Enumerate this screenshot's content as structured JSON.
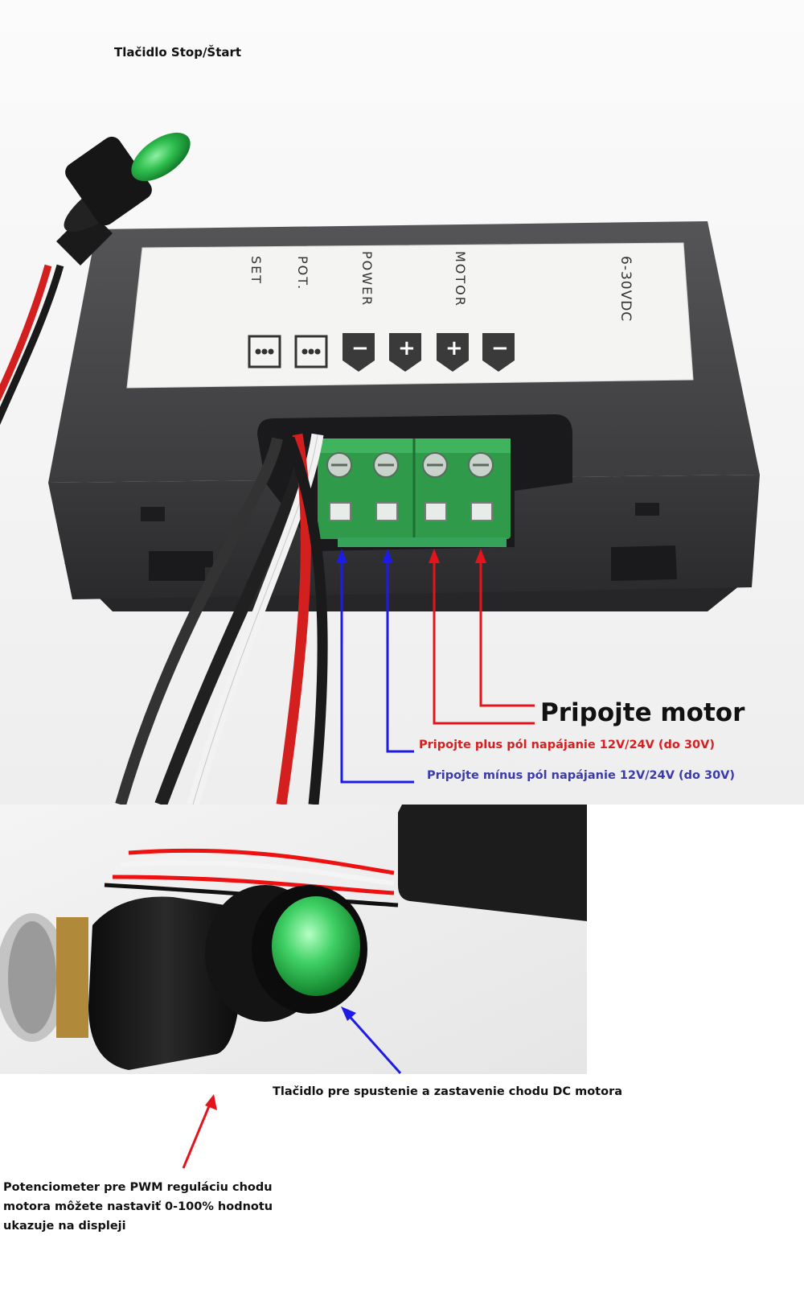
{
  "labels": {
    "start_stop": "Tlačidlo Stop/Štart",
    "connect_motor": "Pripojte motor",
    "plus_pole": "Pripojte plus pól napájanie 12V/24V (do 30V)",
    "minus_pole": "Pripojte mínus pól napájanie 12V/24V (do 30V)",
    "button_description": "Tlačidlo pre spustenie a zastavenie chodu DC motora",
    "pot_line1": "Potenciometer pre PWM reguláciu chodu",
    "pot_line2": "motora môžete nastaviť 0-100% hodnotu",
    "pot_line3": "ukazuje na displeji"
  },
  "panel": {
    "set": "SET",
    "pot": "POT.",
    "power": "POWER",
    "motor": "MOTOR",
    "voltage": "6-30VDC",
    "symbols": [
      "−",
      "+",
      "+",
      "−"
    ]
  },
  "colors": {
    "red_arrow": "#e4141c",
    "blue_arrow": "#1c1ce6",
    "red_text": "#d42020",
    "blue_text": "#3a3aa8",
    "terminal_green": "#2e9a4a",
    "button_green": "#2fbf4f",
    "housing": "#4a4a4c"
  }
}
